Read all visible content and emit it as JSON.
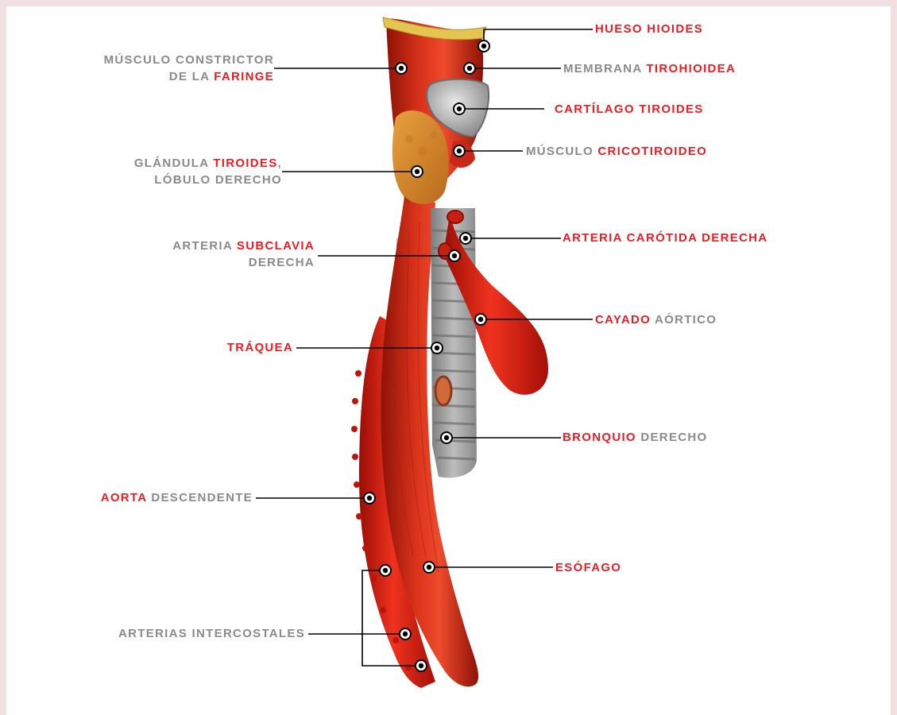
{
  "labels": {
    "hueso_hioides": "HUESO HIOIDES",
    "constrictor_l1": "MÚSCULO CONSTRICTOR",
    "constrictor_l2_a": "DE LA ",
    "constrictor_l2_b": "FARINGE",
    "membrana_a": "MEMBRANA ",
    "membrana_b": "TIROHIOIDEA",
    "cartilago_tiroides": "CARTÍLAGO TIROIDES",
    "cricotiroideo_a": "MÚSCULO ",
    "cricotiroideo_b": "CRICOTIROIDEO",
    "glandula_a": "GLÁNDULA ",
    "glandula_b": "TIROIDES",
    "glandula_c": ",",
    "glandula_l2": "LÓBULO DERECHO",
    "subclavia_a": "ARTERIA ",
    "subclavia_b": "SUBCLAVIA",
    "subclavia_l2": "DERECHA",
    "carotida": "ARTERIA CARÓTIDA DERECHA",
    "cayado_a": "CAYADO",
    "cayado_b": " AÓRTICO",
    "traquea": "TRÁQUEA",
    "bronquio_a": "BRONQUIO",
    "bronquio_b": " DERECHO",
    "aorta_a": "AORTA",
    "aorta_b": " DESCENDENTE",
    "esofago": "ESÓFAGO",
    "intercostales": "ARTERIAS INTERCOSTALES"
  },
  "colors": {
    "background": "#f1dfe1",
    "highlight": "#ee1c24",
    "label_gray": "#8a8a8a",
    "leader": "#000000"
  }
}
